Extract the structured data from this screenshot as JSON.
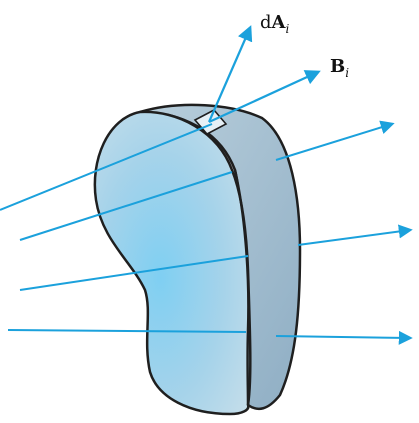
{
  "figure": {
    "labels": {
      "area_element": {
        "prefix": "d",
        "symbol": "A",
        "subscript": "i"
      },
      "field_vector": {
        "symbol": "B",
        "subscript": "i"
      }
    },
    "colors": {
      "field_lines": "#1ba1dc",
      "outline": "#1f1f1f",
      "surface_light": "#d9eef8",
      "surface_mid": "#a9cbe0",
      "surface_dark": "#8fb3cb",
      "label_text": "#111111"
    }
  }
}
